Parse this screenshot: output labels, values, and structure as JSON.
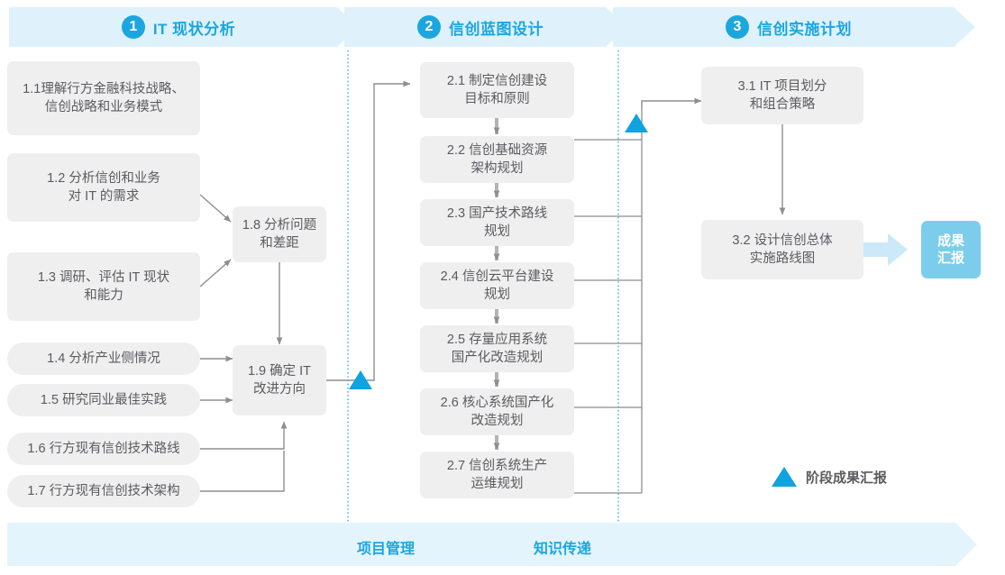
{
  "phases": [
    {
      "number": "1",
      "title": "IT 现状分析"
    },
    {
      "number": "2",
      "title": "信创蓝图设计"
    },
    {
      "number": "3",
      "title": "信创实施计划"
    }
  ],
  "phase1_tasks": [
    {
      "id": "1.1",
      "label": "1.1理解行方金融科技战略、\n信创战略和业务模式"
    },
    {
      "id": "1.2",
      "label": "1.2 分析信创和业务\n对 IT 的需求"
    },
    {
      "id": "1.3",
      "label": "1.3 调研、评估 IT 现状\n和能力"
    },
    {
      "id": "1.4",
      "label": "1.4 分析产业侧情况"
    },
    {
      "id": "1.5",
      "label": "1.5 研究同业最佳实践"
    },
    {
      "id": "1.6",
      "label": "1.6 行方现有信创技术路线"
    },
    {
      "id": "1.7",
      "label": "1.7 行方现有信创技术架构"
    },
    {
      "id": "1.8",
      "label": "1.8 分析问题\n和差距"
    },
    {
      "id": "1.9",
      "label": "1.9 确定 IT\n改进方向"
    }
  ],
  "phase2_tasks": [
    {
      "id": "2.1",
      "label": "2.1 制定信创建设\n目标和原则"
    },
    {
      "id": "2.2",
      "label": "2.2 信创基础资源\n架构规划"
    },
    {
      "id": "2.3",
      "label": "2.3 国产技术路线\n规划"
    },
    {
      "id": "2.4",
      "label": "2.4 信创云平台建设\n规划"
    },
    {
      "id": "2.5",
      "label": "2.5 存量应用系统\n国产化改造规划"
    },
    {
      "id": "2.6",
      "label": "2.6 核心系统国产化\n改造规划"
    },
    {
      "id": "2.7",
      "label": "2.7 信创系统生产\n运维规划"
    }
  ],
  "phase3_tasks": [
    {
      "id": "3.1",
      "label": "3.1 IT 项目划分\n和组合策略"
    },
    {
      "id": "3.2",
      "label": "3.2 设计信创总体\n实施路线图"
    }
  ],
  "result_badge": {
    "label": "成果\n汇报"
  },
  "legend": {
    "label": "阶段成果汇报",
    "marker": "milestone-triangle"
  },
  "footer": {
    "labels": [
      "项目管理",
      "知识传递"
    ]
  },
  "colors": {
    "accent_blue": "#1ba6e0",
    "band_blue": "#dff1fb",
    "footer_blue": "#e4f4fc",
    "box_grey": "#efeff0",
    "box_text": "#5b5b60",
    "badge_blue": "#7ccdeb",
    "badge_arrow": "#cbe9f8",
    "connector_grey": "#8e8e93",
    "divider_blue": "#29a9e1"
  }
}
